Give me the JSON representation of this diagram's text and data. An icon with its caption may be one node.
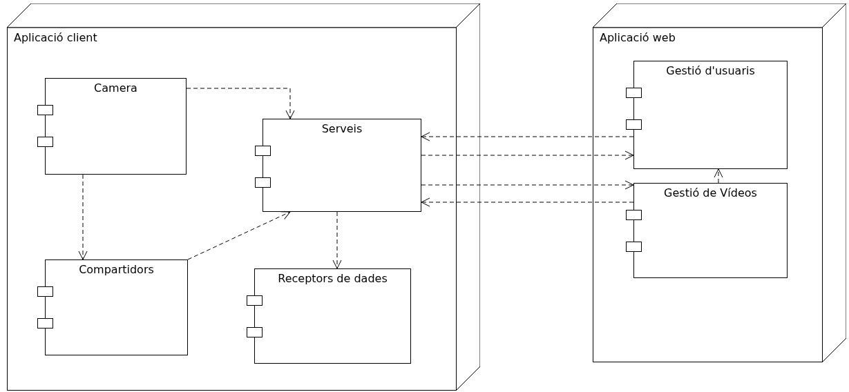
{
  "diagram": {
    "nodes": [
      {
        "text": [
          "Aplicació client"
        ]
      },
      {
        "text": [
          "Camera"
        ],
        "in": 0
      },
      {
        "text": [
          "Serveis"
        ],
        "in": 0
      },
      {
        "text": [
          "Compartidors"
        ],
        "in": 0
      },
      {
        "text": [
          "Receptors de dades"
        ],
        "in": 0
      },
      {
        "text": [
          "Aplicació web"
        ]
      },
      {
        "text": [
          "Gestió d'usuaris"
        ],
        "in": 5
      },
      {
        "text": [
          "Gestió de Vídeos"
        ],
        "in": 5
      }
    ],
    "edges": [
      {
        "from": 1,
        "to": 2,
        "arrow": "to",
        "style": "dashed"
      },
      {
        "from": 1,
        "to": 3,
        "arrow": "to",
        "style": "dashed"
      },
      {
        "from": 3,
        "to": 2,
        "arrow": "to",
        "style": "dashed"
      },
      {
        "from": 2,
        "to": 4,
        "arrow": "to",
        "style": "dashed"
      },
      {
        "from": 6,
        "to": 2,
        "arrow": "to",
        "style": "dashed"
      },
      {
        "from": 2,
        "to": 6,
        "arrow": "to",
        "style": "dashed"
      },
      {
        "from": 2,
        "to": 7,
        "arrow": "to",
        "style": "dashed"
      },
      {
        "from": 7,
        "to": 2,
        "arrow": "to",
        "style": "dashed"
      },
      {
        "from": 7,
        "to": 6,
        "arrow": "to",
        "style": "dashed"
      }
    ]
  }
}
